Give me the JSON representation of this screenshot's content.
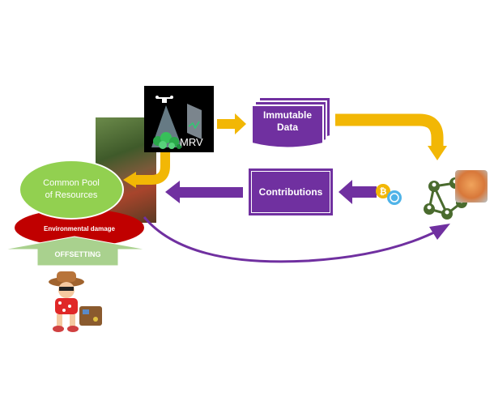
{
  "nodes": {
    "common_pool": "Common Pool\nof Resources",
    "environmental_damage": "Environmental damage",
    "offsetting": "OFFSETTING",
    "mrv": "MRV",
    "immutable_data": "Immutable\nData",
    "contributions": "Contributions"
  },
  "colors": {
    "gold_arrow": "#F2B705",
    "purple": "#7030A0",
    "green_ellipse": "#92D050",
    "red_ellipse": "#C00000",
    "offset_arrow": "#A9D18E",
    "network_green": "#4A6B2E"
  },
  "icons": [
    "drone-icon",
    "forest-scan-icon",
    "token-coin-icon",
    "network-icon",
    "tourist-icon",
    "people-photo",
    "avatar-photo"
  ]
}
